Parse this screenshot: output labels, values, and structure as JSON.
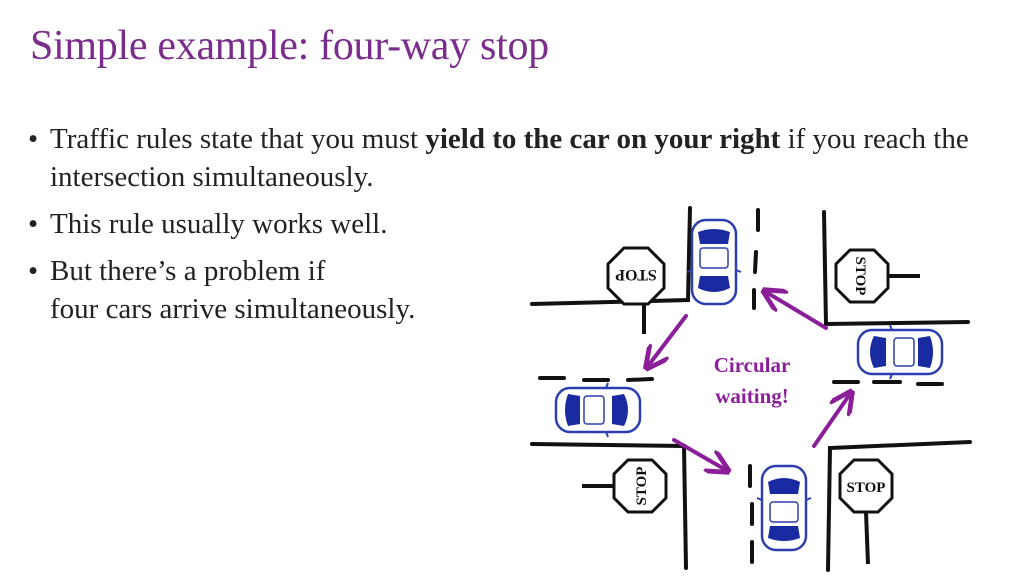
{
  "slide": {
    "title": "Simple example: four-way stop",
    "bullets": [
      {
        "pre": "Traffic rules state that you must ",
        "bold": "yield to the car on your right",
        "post": " if  you reach the intersection simultaneously."
      },
      {
        "text": "This rule usually works well."
      },
      {
        "line1": "But there’s a problem if",
        "line2": "four cars arrive simultaneously."
      }
    ]
  },
  "illustration": {
    "caption_line1": "Circular",
    "caption_line2": "waiting!",
    "stop_sign_text": "STOP",
    "colors": {
      "arrow": "#8b1f9a",
      "car_outline": "#2b3fb0",
      "car_window": "#1a2aa0",
      "sign_fill": "#ffffff"
    }
  }
}
